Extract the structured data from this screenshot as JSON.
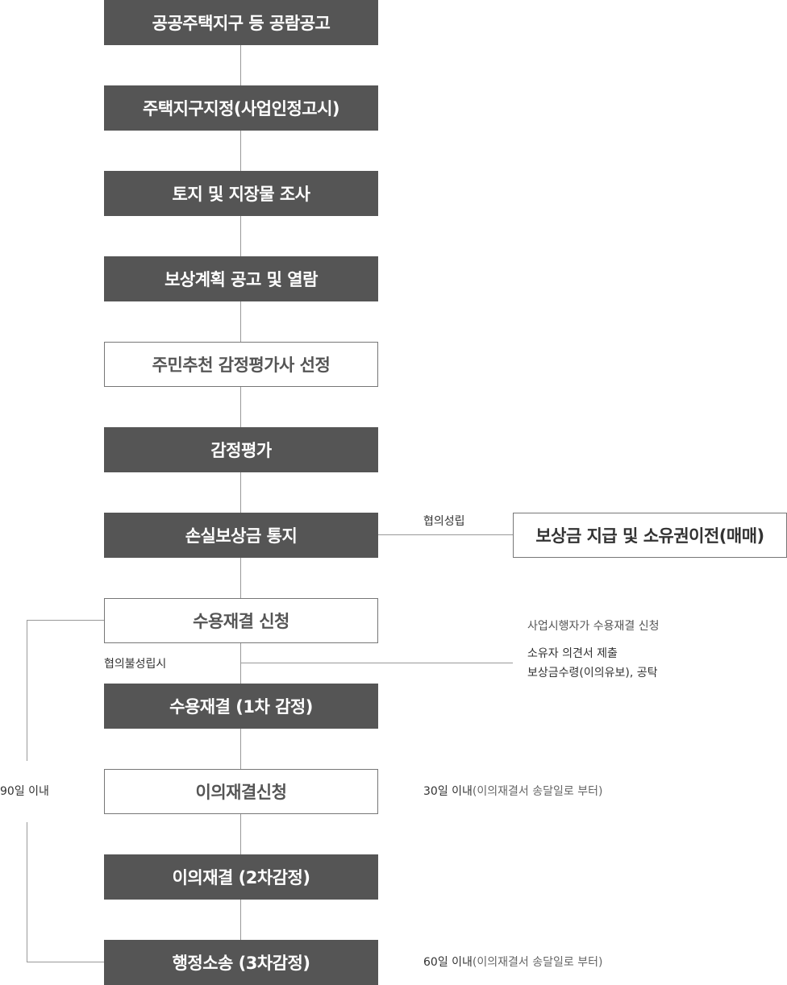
{
  "steps": [
    {
      "label": "공공주택지구 등 공람공고",
      "style": "dark"
    },
    {
      "label": "주택지구지정(사업인정고시)",
      "style": "dark"
    },
    {
      "label": "토지 및 지장물 조사",
      "style": "dark"
    },
    {
      "label": "보상계획 공고 및 열람",
      "style": "dark"
    },
    {
      "label": "주민추천 감정평가사 선정",
      "style": "light"
    },
    {
      "label": "감정평가",
      "style": "dark"
    },
    {
      "label": "손실보상금 통지",
      "style": "dark"
    },
    {
      "label": "수용재결 신청",
      "style": "light"
    },
    {
      "label": "수용재결 (1차 감정)",
      "style": "dark"
    },
    {
      "label": "이의재결신청",
      "style": "light"
    },
    {
      "label": "이의재결 (2차감정)",
      "style": "dark"
    },
    {
      "label": "행정소송 (3차감정)",
      "style": "dark"
    }
  ],
  "side_box": {
    "label": "보상금 지급 및 소유권이전(매매)"
  },
  "annotations": {
    "agreement": "협의성립",
    "no_agreement": "협의불성립시",
    "applicant": "사업시행자가 수용재결 신청",
    "owner_line1": "소유자 의견서 제출",
    "owner_line2": "보상금수령(이의유보), 공탁",
    "ninety_days": "90일 이내",
    "thirty_days_main": "30일 이내",
    "thirty_days_note": "(이의재결서 송달일로 부터)",
    "sixty_days_main": "60일 이내",
    "sixty_days_note": "(이의재결서 송달일로 부터)"
  }
}
